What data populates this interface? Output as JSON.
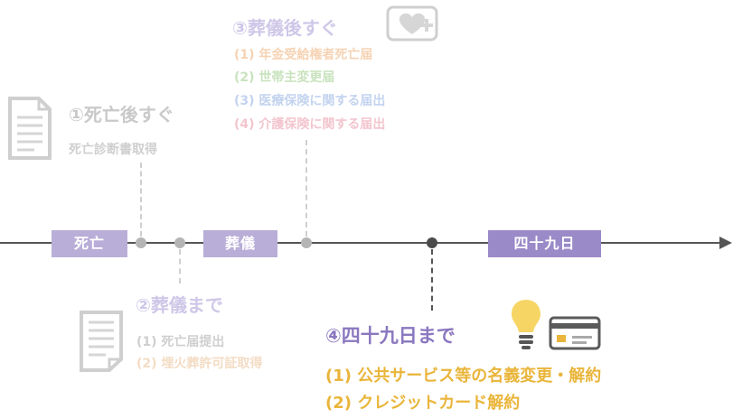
{
  "timeline": {
    "tags": [
      "死亡",
      "葬儀",
      "四十九日"
    ]
  },
  "step1": {
    "title": "①死亡後すぐ",
    "items": [
      "死亡診断書取得"
    ]
  },
  "step2": {
    "title": "②葬儀まで",
    "items": [
      "(1) 死亡届提出",
      "(2) 埋火葬許可証取得"
    ]
  },
  "step3": {
    "title": "③葬儀後すぐ",
    "items": [
      "(1) 年金受給権者死亡届",
      "(2) 世帯主変更届",
      "(3) 医療保険に関する届出",
      "(4) 介護保険に関する届出"
    ],
    "item_colors": [
      "#f6d3b4",
      "#c8e3bd",
      "#c3d3ef",
      "#f3c5cf"
    ]
  },
  "step4": {
    "title": "④四十九日まで",
    "items": [
      "(1) 公共サービス等の名義変更・解約",
      "(2) クレジットカード解約"
    ]
  },
  "colors": {
    "accent_purple": "#8a77bf",
    "tag_purple": "#b9aed8",
    "highlight_yellow": "#e9b53a"
  },
  "icons": [
    "document-icon",
    "heart-plus-icon",
    "lightbulb-icon",
    "credit-card-icon"
  ]
}
